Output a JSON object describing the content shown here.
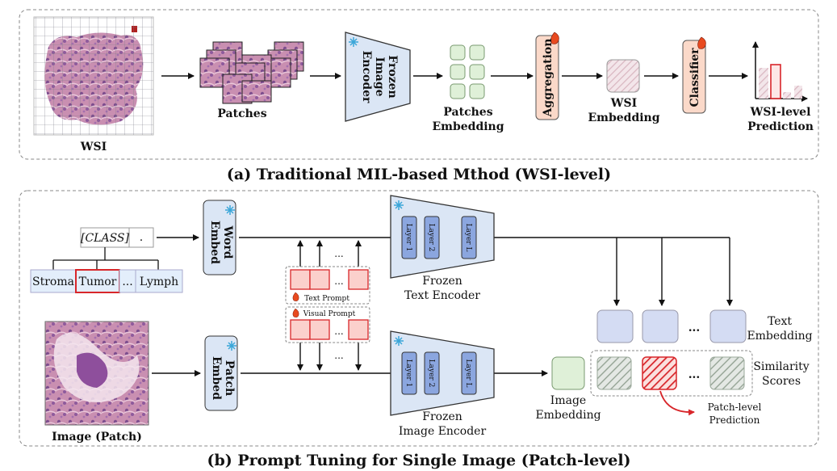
{
  "panel_a": {
    "caption": "(a) Traditional MIL-based Mthod (WSI-level)",
    "wsi_label": "WSI",
    "patches_label": "Patches",
    "encoder_label": [
      "Frozen",
      "Image",
      "Encoder"
    ],
    "patches_embedding_label": [
      "Patches",
      "Embedding"
    ],
    "aggregation_label": "Aggregation",
    "wsi_embedding_label": [
      "WSI",
      "Embedding"
    ],
    "classifier_label": "Classifier",
    "prediction_label": [
      "WSI-level",
      "Prediction"
    ]
  },
  "panel_b": {
    "caption": "(b) Prompt Tuning for Single Image (Patch-level)",
    "class_token": "[CLASS]",
    "period_token": ".",
    "class_options": [
      "Stroma",
      "Tumor",
      "...",
      "Lymph"
    ],
    "word_embed_label": [
      "Word",
      "Embed"
    ],
    "patch_embed_label": [
      "Patch",
      "Embed"
    ],
    "text_prompt_label": "Text Prompt",
    "visual_prompt_label": "Visual Prompt",
    "ellipsis": "...",
    "text_encoder_layers": [
      "Layer 1",
      "Layer 2",
      "Layer L"
    ],
    "image_encoder_layers": [
      "Layer 1",
      "Layer 2",
      "Layer L"
    ],
    "text_encoder_label": [
      "Frozen",
      "Text Encoder"
    ],
    "image_encoder_label": [
      "Frozen",
      "Image Encoder"
    ],
    "image_patch_label": "Image (Patch)",
    "image_embedding_label": [
      "Image",
      "Embedding"
    ],
    "text_embedding_label": [
      "Text",
      "Embedding"
    ],
    "similarity_label": [
      "Similarity",
      "Scores"
    ],
    "patch_prediction_label": [
      "Patch-level",
      "Prediction"
    ]
  },
  "colors": {
    "frozen": "#dbe6f5",
    "embed_green": "#dff0d8",
    "text_emb": "#d4dcf3",
    "trainable": "#fbd9c9",
    "prompt_red": "#fbd0cc",
    "red": "#d8262a",
    "border": "#666666"
  },
  "icons": [
    "snowflake-icon",
    "fire-icon"
  ]
}
